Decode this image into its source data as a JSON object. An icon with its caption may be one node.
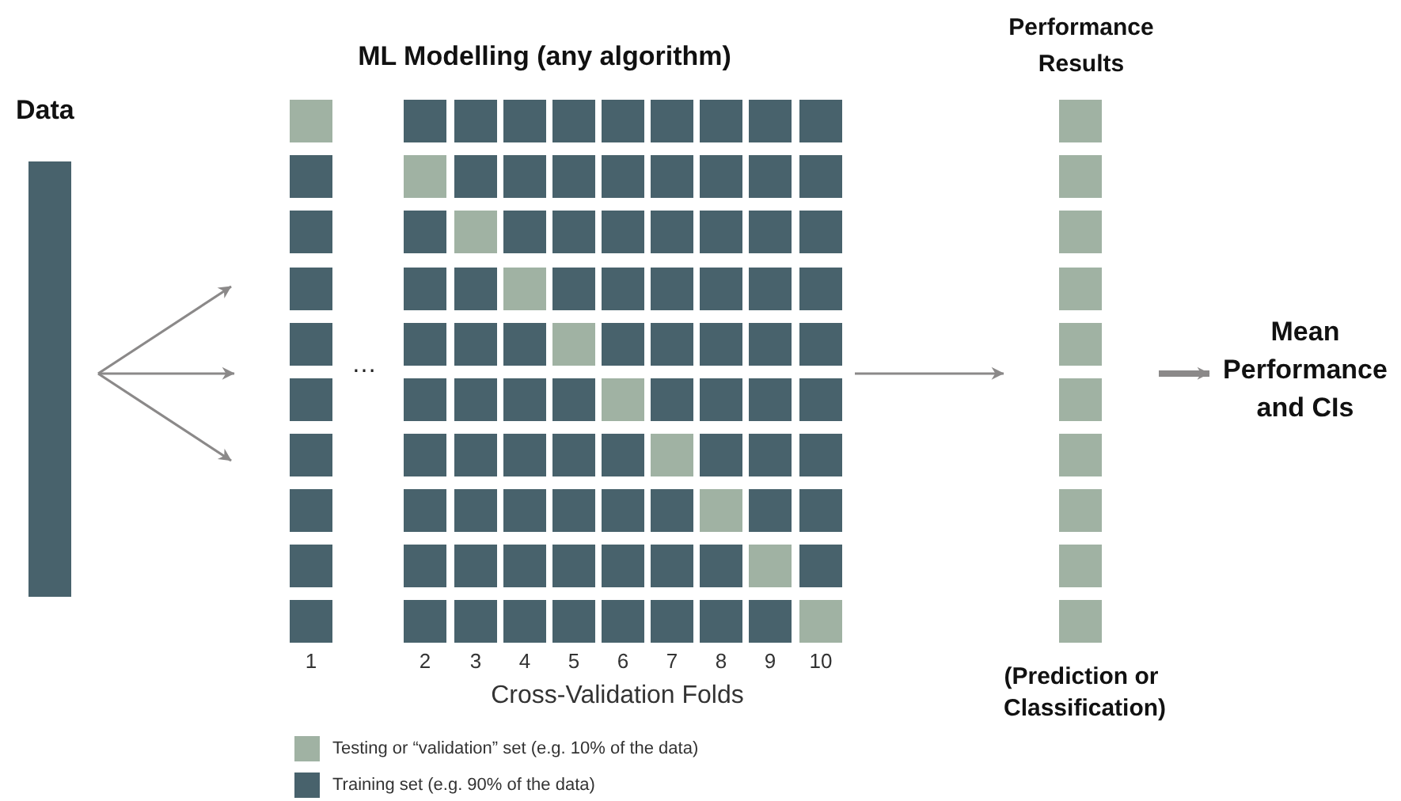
{
  "diagram": {
    "nodes": [
      {
        "text": [
          "Data"
        ]
      },
      {
        "text": [
          "ML Modelling (any algorithm)",
          "Cross-Validation Folds"
        ]
      },
      {
        "text": [
          "Performance Results",
          "(Prediction or Classification)"
        ]
      },
      {
        "text": [
          "Mean Performance and CIs"
        ]
      }
    ],
    "edges": [
      {
        "from": 0,
        "to": 1,
        "arrow": "to"
      },
      {
        "from": 0,
        "to": 1,
        "arrow": "to"
      },
      {
        "from": 0,
        "to": 1,
        "arrow": "to"
      },
      {
        "from": 1,
        "to": 2,
        "arrow": "to"
      },
      {
        "from": 2,
        "to": 3,
        "arrow": "to",
        "style": "thick"
      }
    ],
    "labels": [
      "…",
      "1",
      "2",
      "3",
      "4",
      "5",
      "6",
      "7",
      "8",
      "9",
      "10"
    ],
    "legend": [
      {
        "text": "Testing or “validation” set (e.g. 10% of the data)",
        "color": "#a0b2a3"
      },
      {
        "text": "Training set (e.g. 90% of the data)",
        "color": "#48626c"
      }
    ]
  }
}
